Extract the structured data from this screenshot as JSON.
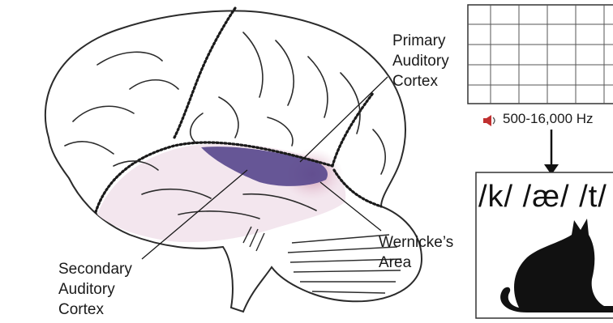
{
  "labels": {
    "primary_auditory_cortex": "Primary\nAuditory\nCortex",
    "secondary_auditory_cortex": "Secondary\nAuditory\nCortex",
    "wernickes_area": "Wernicke’s\nArea"
  },
  "audio": {
    "frequency_range": "500-16,000 Hz",
    "icon": "speaker-icon"
  },
  "phonemes": "/k/ /æ/ /t/",
  "image_subject": "cat-silhouette",
  "colors": {
    "primary_cortex": "#5a4a8e",
    "secondary_cortex": "#f3e6ee",
    "wernicke": "#c98aa4",
    "outline": "#2b2b2b"
  }
}
